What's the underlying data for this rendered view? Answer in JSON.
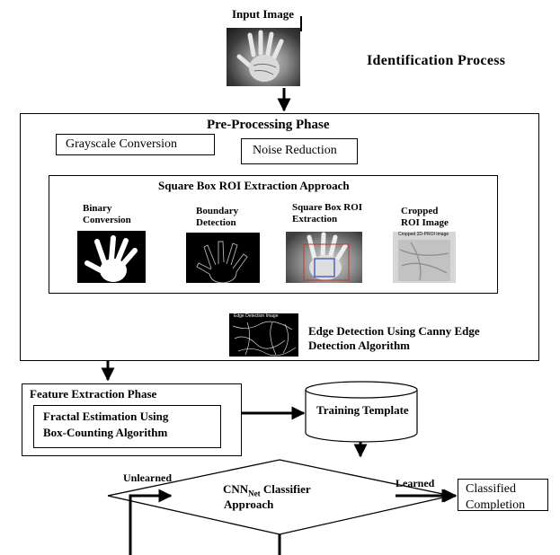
{
  "input": {
    "title": "Input Image"
  },
  "header": {
    "title": "Identification Process"
  },
  "preprocessing": {
    "title": "Pre-Processing Phase",
    "grayscale": "Grayscale Conversion",
    "noise": "Noise Reduction",
    "roi": {
      "title": "Square Box ROI Extraction Approach",
      "binary": [
        "Binary",
        "Conversion"
      ],
      "boundary": [
        "Boundary",
        "Detection"
      ],
      "squarebox": [
        "Square Box ROI",
        "Extraction"
      ],
      "cropped": [
        "Cropped",
        "ROI Image"
      ],
      "cropped_caption": "Cropped 2D-PROI Image"
    },
    "edge": {
      "caption": "Edge Detection Image",
      "label": [
        "Edge Detection Using Canny Edge",
        "Detection Algorithm"
      ]
    }
  },
  "feature": {
    "title": "Feature Extraction Phase",
    "fractal": [
      "Fractal Estimation Using",
      "Box-Counting Algorithm"
    ]
  },
  "training": {
    "label": "Training Template"
  },
  "classifier": {
    "label_main": "CNN",
    "label_sub": "Net",
    "label_suffix": " Classifier",
    "label_line2": "Approach",
    "unlearned": "Unlearned",
    "learned": "Learned",
    "result": [
      "Classified",
      "Completion"
    ]
  }
}
